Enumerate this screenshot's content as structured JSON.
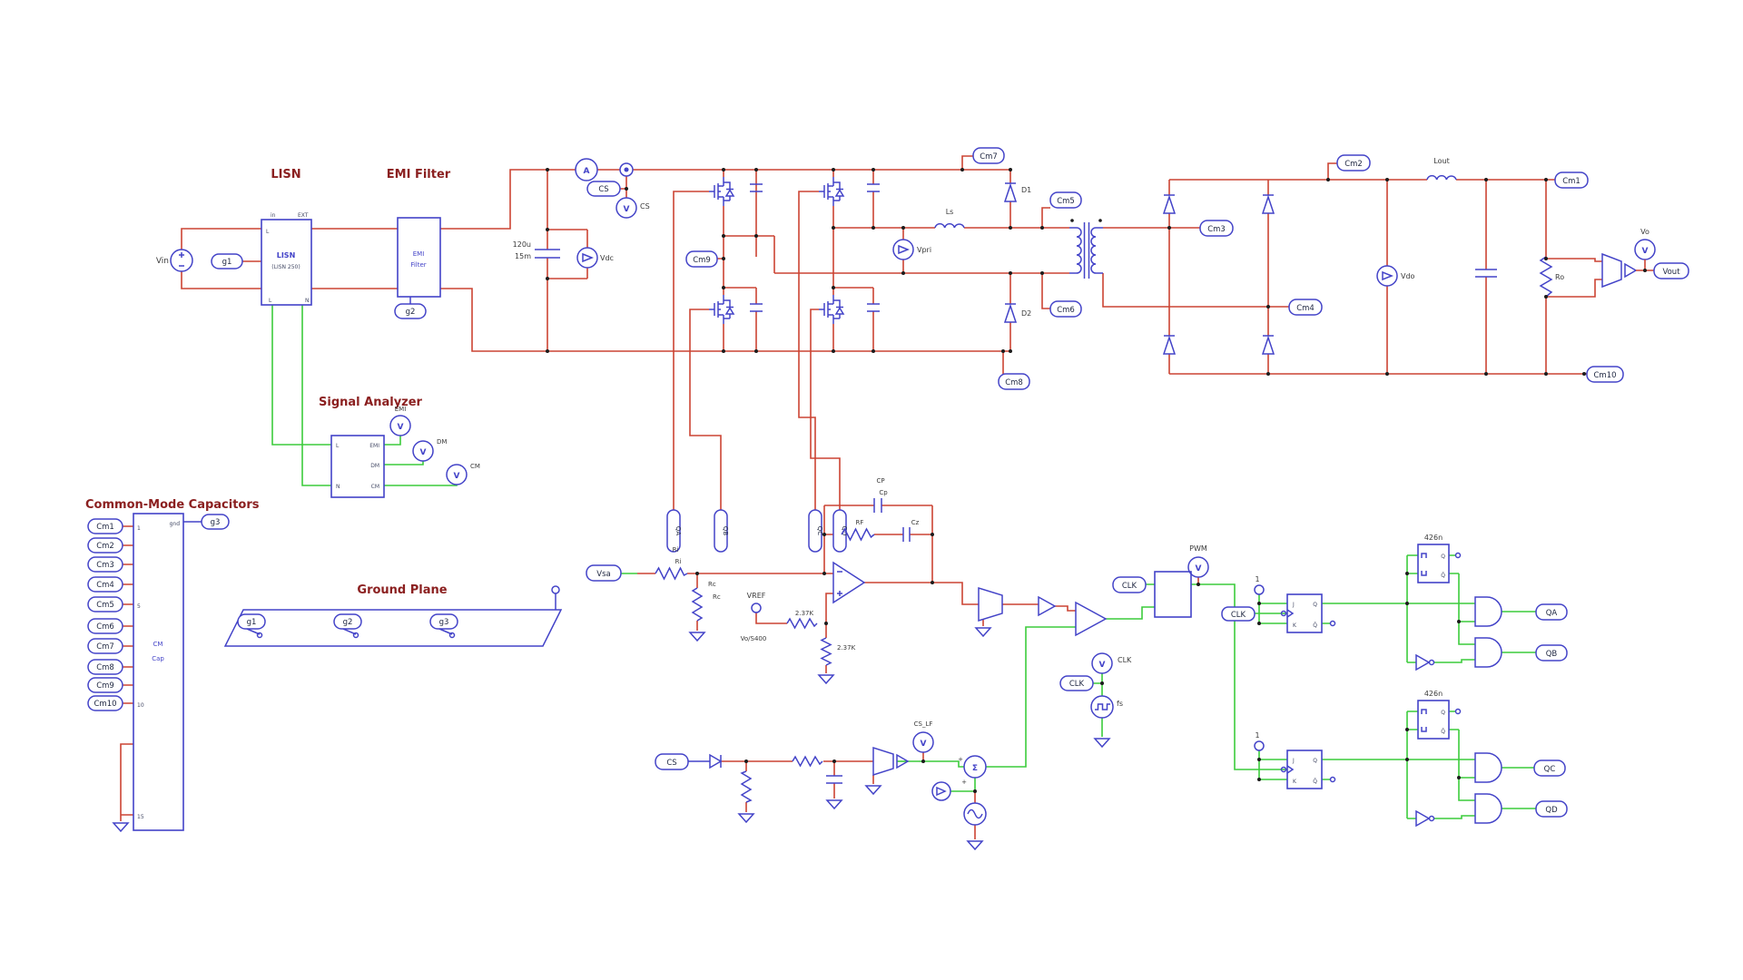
{
  "colors": {
    "wire_power": "#cc4433",
    "wire_signal": "#3ccc3c",
    "component": "#4343c8",
    "title": "#8b2020"
  },
  "glyphs": {
    "v": "V",
    "a": "A",
    "sigma": "Σ",
    "plus": "+"
  },
  "titles": {
    "lisn": "LISN",
    "emi": "EMI Filter",
    "analyzer": "Signal Analyzer",
    "cm": "Common-Mode Capacitors",
    "gp": "Ground Plane"
  },
  "power": {
    "vin": "Vin",
    "vdc": "Vdc",
    "cs_tag": "CS",
    "cs_meter": "CS",
    "cap_val1": "120u",
    "cap_val2": "15m",
    "ls": "Ls",
    "vpri": "Vpri",
    "d1": "D1",
    "d2": "D2",
    "cm9": "Cm9",
    "cm7": "Cm7",
    "cm5": "Cm5",
    "cm6": "Cm6",
    "cm8": "Cm8",
    "cm3": "Cm3",
    "cm4": "Cm4",
    "cm2": "Cm2",
    "cm1": "Cm1",
    "cm10": "Cm10",
    "lout": "Lout",
    "vdo": "Vdo",
    "ro": "Ro",
    "vo": "Vo",
    "vout": "Vout",
    "gate_tags": [
      "QA",
      "QB",
      "QC",
      "QD"
    ]
  },
  "lisn": {
    "name1": "LISN",
    "name2": "(LISN 250)",
    "pin_in": "in",
    "pin_ext": "EXT",
    "pin_l": "L",
    "pin_bl": "L",
    "pin_bn": "N",
    "g1": "g1"
  },
  "emi_block": {
    "line1": "EMI",
    "line2": "Filter",
    "g2": "g2"
  },
  "analyzer": {
    "pin_l": "L",
    "pin_n": "N",
    "pin_emi": "EMI",
    "pin_dm": "DM",
    "pin_cm": "CM",
    "m_emi": "EMI",
    "m_dm": "DM",
    "m_cm": "CM"
  },
  "cm_block": {
    "tags": [
      "Cm1",
      "Cm2",
      "Cm3",
      "Cm4",
      "Cm5",
      "Cm6",
      "Cm7",
      "Cm8",
      "Cm9",
      "Cm10"
    ],
    "line1": "CM",
    "line2": "Cap",
    "pin1": "1",
    "pin5": "5",
    "pin10": "10",
    "pin15": "15",
    "pin_gnd": "gnd",
    "g3": "g3"
  },
  "gp": {
    "g1": "g1",
    "g2": "g2",
    "g3": "g3"
  },
  "control": {
    "vsa": "Vsa",
    "ri_name": "Ri",
    "ri_val": "Ri",
    "rc_name": "Rc",
    "rc_val": "Rc",
    "vref": "VREF",
    "vref_note": "Vo/S400",
    "r_h": "2.37K",
    "r_v": "2.37K",
    "cp_name": "CP",
    "cp_val": "Cp",
    "rf": "RF",
    "cz": "Cz",
    "clk_tag": "CLK",
    "pwm": "PWM",
    "clk_meter": "CLK",
    "clk_tag2": "CLK",
    "fs": "fs",
    "cs_tag": "CS",
    "cs_lf": "CS_LF"
  },
  "logic": {
    "one_a": "1",
    "one_b": "1",
    "clk_tag": "CLK",
    "mono_a": "426n",
    "mono_b": "426n",
    "j": "J",
    "k": "K",
    "q": "Q",
    "qbar": "Q̄",
    "qa": "QA",
    "qb": "QB",
    "qc": "QC",
    "qd": "QD"
  }
}
